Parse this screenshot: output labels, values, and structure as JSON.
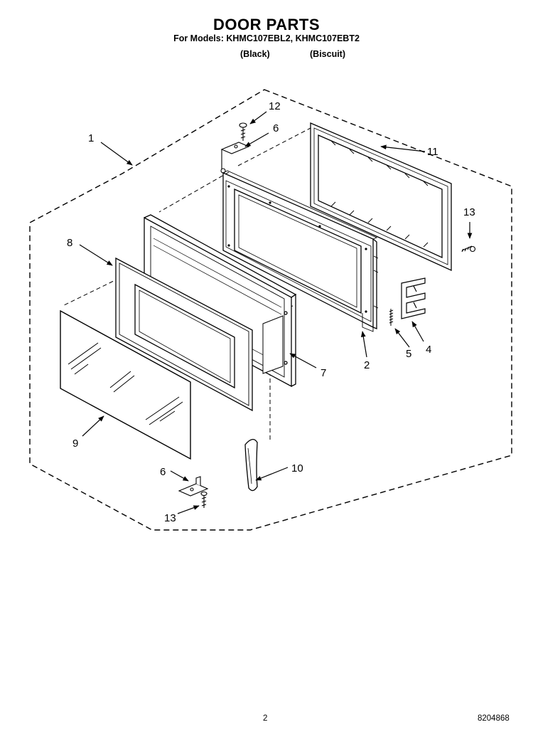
{
  "header": {
    "title": "DOOR PARTS",
    "subtitle": "For Models: KHMC107EBL2, KHMC107EBT2",
    "variants": [
      "(Black)",
      "(Biscuit)"
    ]
  },
  "callouts": [
    "1",
    "12",
    "6",
    "11",
    "13",
    "8",
    "2",
    "5",
    "4",
    "7",
    "9",
    "10",
    "6",
    "13"
  ],
  "footer": {
    "page_number": "2",
    "doc_number": "8204868"
  }
}
